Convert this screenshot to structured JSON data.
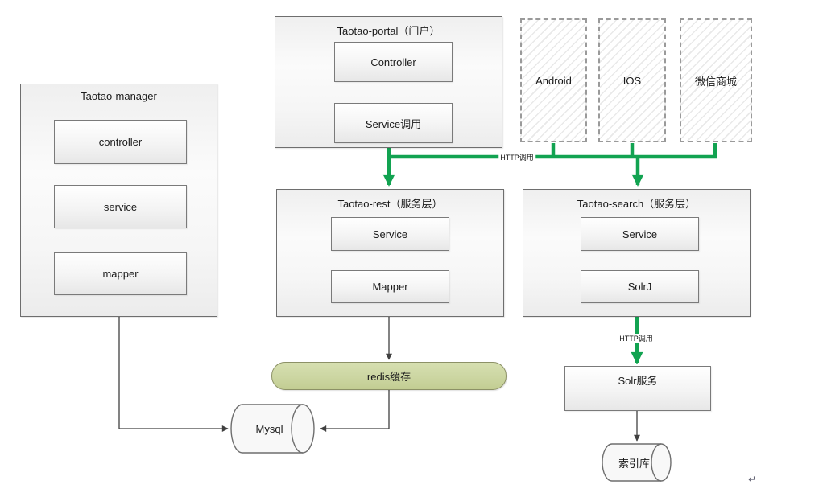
{
  "diagram": {
    "manager": {
      "title": "Taotao-manager",
      "controller": "controller",
      "service": "service",
      "mapper": "mapper"
    },
    "portal": {
      "title": "Taotao-portal（门户）",
      "controller": "Controller",
      "service_call": "Service调用"
    },
    "clients": {
      "android": "Android",
      "ios": "IOS",
      "wechat": "微信商城"
    },
    "rest": {
      "title": "Taotao-rest（服务层）",
      "service": "Service",
      "mapper": "Mapper"
    },
    "search": {
      "title": "Taotao-search（服务层）",
      "service": "Service",
      "solrj": "SolrJ"
    },
    "redis": {
      "label": "redis缓存"
    },
    "mysql": {
      "label": "Mysql"
    },
    "solr": {
      "label": "Solr服务"
    },
    "index": {
      "label": "索引库"
    },
    "http_label_top": "HTTP调用",
    "http_label_right": "HTTP调用",
    "return_mark": "↵",
    "colors": {
      "arrow_green": "#12a351",
      "line_dark": "#404040",
      "redis_fill": "#ccd6a2"
    }
  }
}
